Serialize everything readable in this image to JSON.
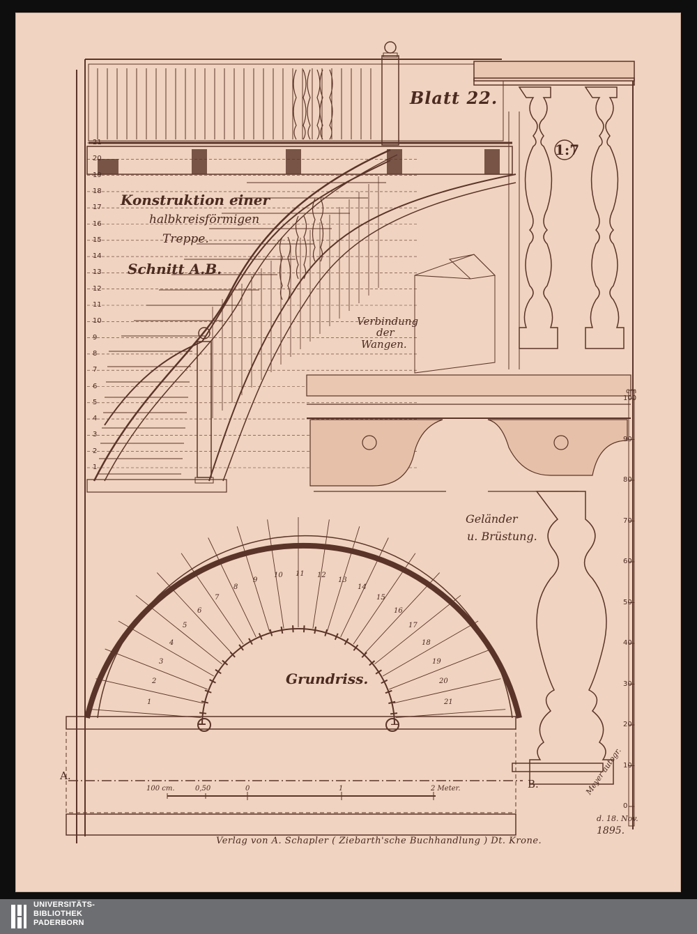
{
  "plate": {
    "number_label": "Blatt 22.",
    "scale": "1:7"
  },
  "title": {
    "line1": "Konstruktion einer",
    "line2": "halbkreisförmigen",
    "line3": "Treppe.",
    "section": "Schnitt A.B."
  },
  "annotations": {
    "joint_line1": "Verbindung",
    "joint_line2": "der",
    "joint_line3": "Wangen.",
    "railing_line1": "Geländer",
    "railing_line2": "u. Brüstung.",
    "plan": "Grundriss.",
    "section_a": "A.",
    "section_b": "B."
  },
  "section_scale_numbers": [
    "21",
    "20",
    "19",
    "18",
    "17",
    "16",
    "15",
    "14",
    "13",
    "12",
    "11",
    "10",
    "9",
    "8",
    "7",
    "6",
    "5",
    "4",
    "3",
    "2",
    "1"
  ],
  "step_numbers": [
    "1",
    "2",
    "3",
    "4",
    "5",
    "6",
    "7",
    "8",
    "9",
    "10",
    "11",
    "12",
    "13",
    "14",
    "15",
    "16",
    "17",
    "18",
    "19",
    "20",
    "21"
  ],
  "bar_scale": {
    "labels": [
      "100 cm.",
      "0,50",
      "0",
      "1",
      "2 Meter."
    ]
  },
  "right_scale": {
    "labels": [
      "cm",
      "100",
      "90",
      "80",
      "70",
      "60",
      "50",
      "40",
      "30",
      "20",
      "10",
      "0"
    ]
  },
  "publisher": "Verlag von A. Schapler ( Ziebarth'sche Buchhandlung ) Dt. Krone.",
  "signature": {
    "line1": "Meyer autogr.",
    "line2": "d. 18. Nov.",
    "line3": "1895."
  },
  "footer": {
    "line1": "UNIVERSITÄTS-",
    "line2": "BIBLIOTHEK",
    "line3": "PADERBORN"
  }
}
